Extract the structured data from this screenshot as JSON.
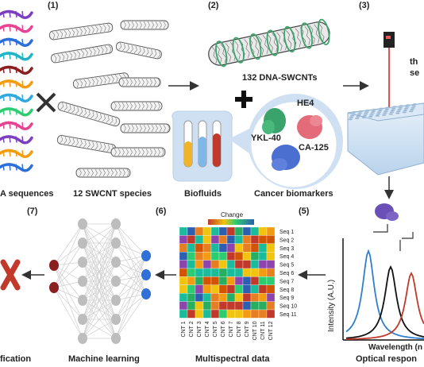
{
  "steps": {
    "s1": "(1)",
    "s2": "(2)",
    "s3": "(3)",
    "s5": "(5)",
    "s6": "(6)",
    "s7": "(7)"
  },
  "labels": {
    "dna_sequences": "A sequences",
    "swcnt_species": "12 SWCNT species",
    "dna_swcnts": "132 DNA-SWCNTs",
    "biofluids": "Biofluids",
    "cancer_biomarkers": "Cancer biomarkers",
    "machine_learning": "Machine learning",
    "multispectral_data": "Multispectral data",
    "classification": "fication",
    "optical_response": "Optical respon",
    "top_right_text_1": "th",
    "top_right_text_2": "se"
  },
  "biomarkers": [
    "HE4",
    "YKL-40",
    "CA-125"
  ],
  "axis": {
    "ylabel": "Intensity (A.U.)",
    "xlabel": "Wavelength (n"
  },
  "heatmap": {
    "legend_title": "Change",
    "rows": [
      "Seq 1",
      "Seq 2",
      "Seq 3",
      "Seq 4",
      "Seq 5",
      "Seq 6",
      "Seq 7",
      "Seq 8",
      "Seq 9",
      "Seq 10",
      "Seq 11"
    ],
    "cols": [
      "CNT 1",
      "CNT 2",
      "CNT 3",
      "CNT 4",
      "CNT 5",
      "CNT 6",
      "CNT 7",
      "CNT 8",
      "CNT 9",
      "CNT 10",
      "CNT 11",
      "CNT 12"
    ]
  },
  "colors": {
    "arrow": "#333333",
    "cross": "#c0392b",
    "node_dark_red": "#8b1e1e",
    "node_blue": "#2f6fd6",
    "node_gray": "#bdbdbd",
    "peak_blue": "#2f7fd0",
    "peak_black": "#111111",
    "peak_red": "#c0392b"
  },
  "icons": {
    "multiply": "multiply-icon",
    "plus": "plus-icon",
    "cross": "cross-icon"
  }
}
